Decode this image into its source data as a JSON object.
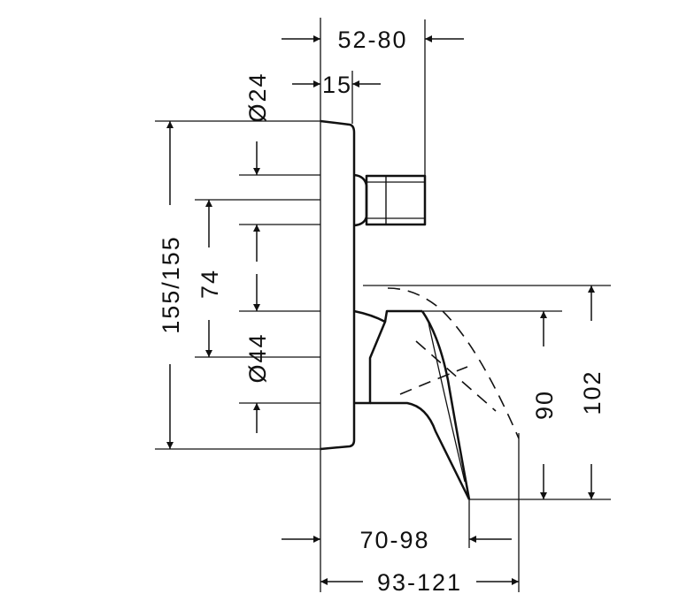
{
  "drawing": {
    "colors": {
      "line": "#111111",
      "paper": "#ffffff"
    },
    "dimensions": {
      "top_overall": "52-80",
      "top_small": "15",
      "dia_upper": "Ø24",
      "height_total": "155/155",
      "height_mid": "74",
      "dia_lower": "Ø44",
      "spout_inner": "90",
      "spout_outer": "102",
      "depth_inner": "70-98",
      "depth_outer": "93-121"
    }
  }
}
